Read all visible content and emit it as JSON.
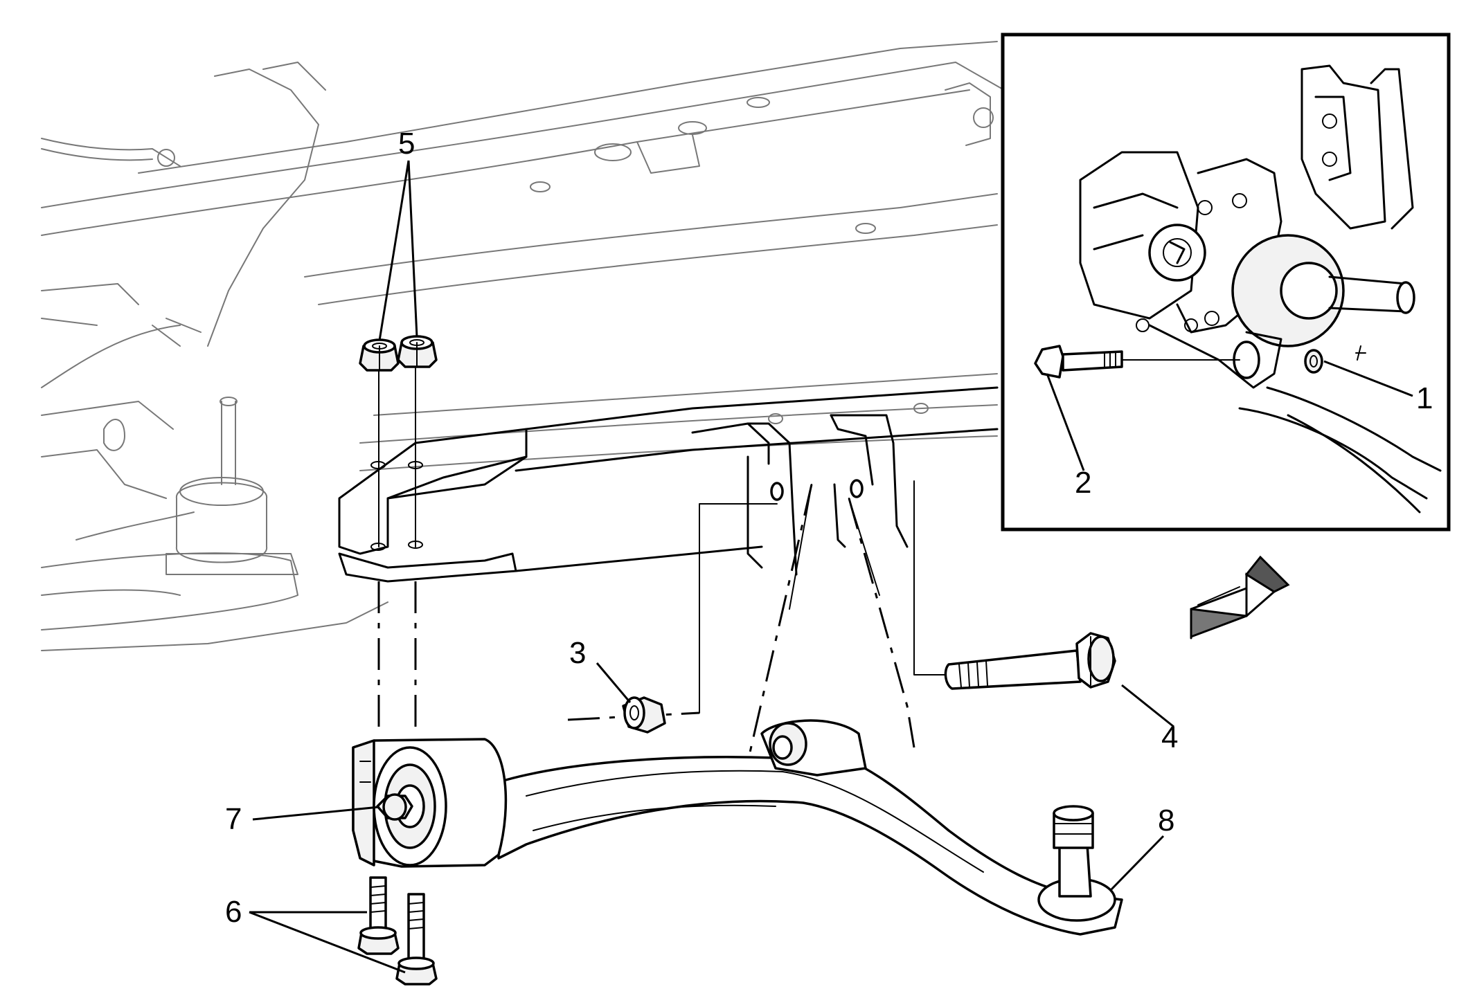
{
  "figure": {
    "callouts": {
      "c1": "1",
      "c2": "2",
      "c3": "3",
      "c4": "4",
      "c5": "5",
      "c6": "6",
      "c7": "7",
      "c8": "8"
    },
    "parts": [
      "nut",
      "bolt",
      "nut",
      "bolt",
      "nuts",
      "bolts",
      "rear-bushing-bolt",
      "lower-control-arm"
    ],
    "icons": {
      "direction_arrow": "front-direction-arrow-icon"
    }
  }
}
